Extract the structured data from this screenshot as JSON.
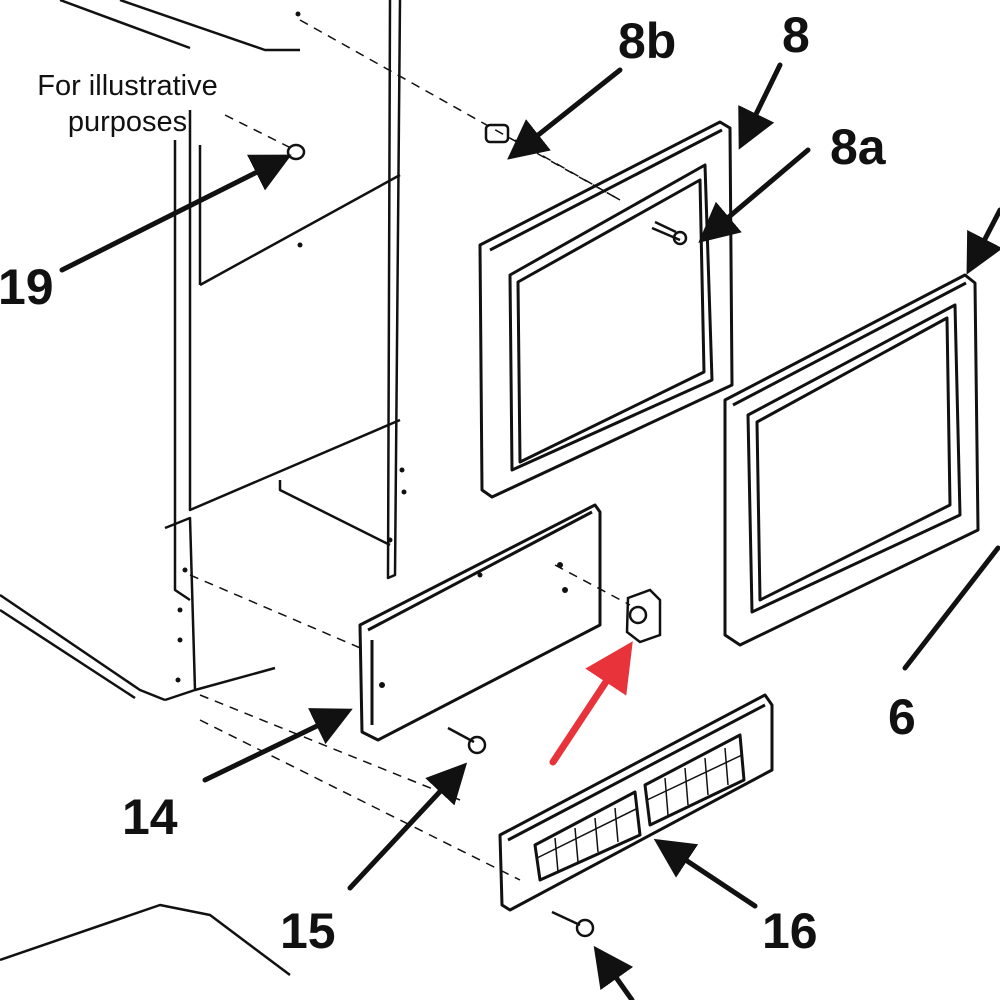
{
  "note": {
    "line1": "For illustrative",
    "line2": "purposes"
  },
  "callouts": [
    {
      "id": "19",
      "label": "19"
    },
    {
      "id": "8b",
      "label": "8b"
    },
    {
      "id": "8",
      "label": "8"
    },
    {
      "id": "8a",
      "label": "8a"
    },
    {
      "id": "6",
      "label": "6"
    },
    {
      "id": "14",
      "label": "14"
    },
    {
      "id": "15",
      "label": "15"
    },
    {
      "id": "16",
      "label": "16"
    }
  ],
  "colors": {
    "line": "#111111",
    "highlight_arrow": "#e8333a",
    "background": "#ffffff"
  },
  "highlight_target": "small hinge part between 14 and 6"
}
